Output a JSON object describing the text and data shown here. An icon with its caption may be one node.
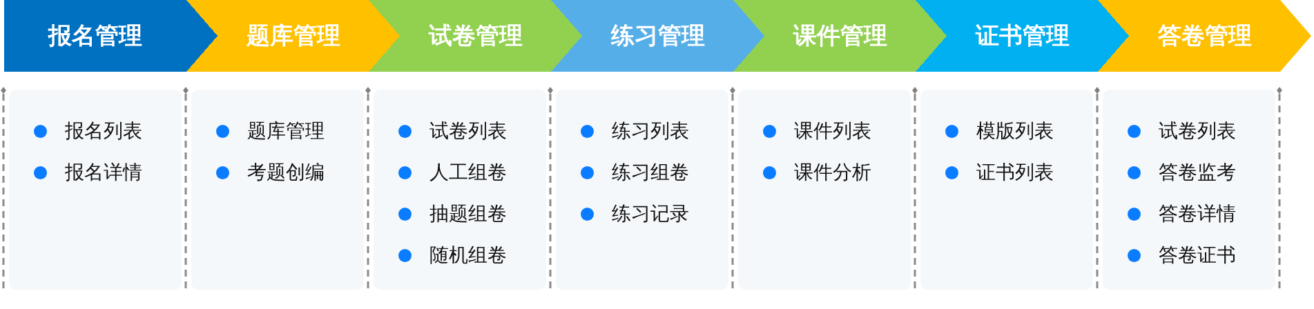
{
  "diagram": {
    "nodes": [
      {
        "text": [
          "报名管理"
        ]
      },
      {
        "text": [
          "题库管理"
        ]
      },
      {
        "text": [
          "试卷管理"
        ]
      },
      {
        "text": [
          "练习管理"
        ]
      },
      {
        "text": [
          "课件管理"
        ]
      },
      {
        "text": [
          "证书管理"
        ]
      },
      {
        "text": [
          "答卷管理"
        ]
      },
      {
        "text": [
          "报名列表",
          "报名详情"
        ]
      },
      {
        "text": [
          "题库管理",
          "考题创编"
        ]
      },
      {
        "text": [
          "试卷列表",
          "人工组卷",
          "抽题组卷",
          "随机组卷"
        ]
      },
      {
        "text": [
          "练习列表",
          "练习组卷",
          "练习记录"
        ]
      },
      {
        "text": [
          "课件列表",
          "课件分析"
        ]
      },
      {
        "text": [
          "模版列表",
          "证书列表"
        ]
      },
      {
        "text": [
          "试卷列表",
          "答卷监考",
          "答卷详情",
          "答卷证书"
        ]
      }
    ]
  }
}
